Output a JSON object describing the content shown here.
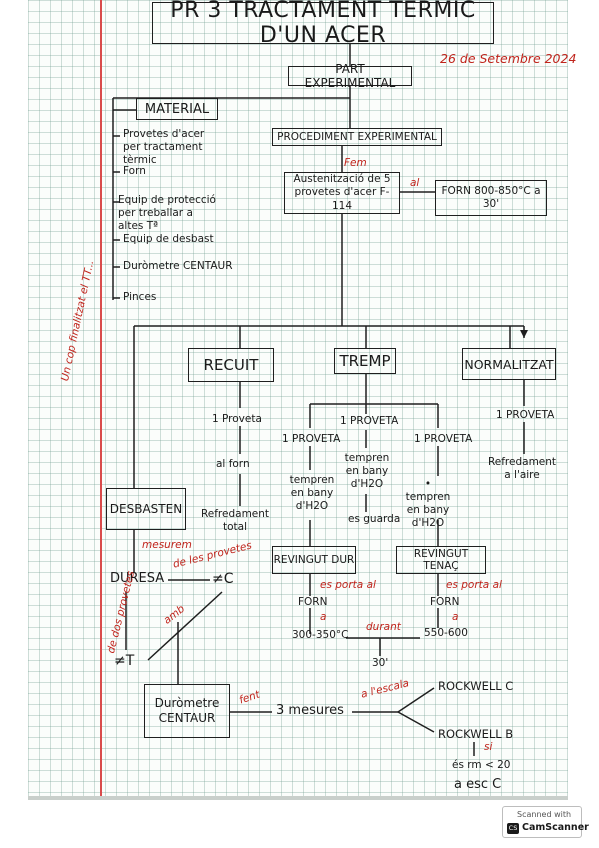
{
  "title": "PR 3 TRACTAMENT TÈRMIC D'UN ACER",
  "date": "26 de Setembre 2024",
  "part_experimental": "PART EXPERIMENTAL",
  "material": {
    "heading": "MATERIAL",
    "items": [
      "Provetes d'acer per tractament tèrmic",
      "Forn",
      "Equip de protecció per treballar a altes Tª",
      "Equip de desbast",
      "Duròmetre CENTAUR",
      "Pinces"
    ]
  },
  "procediment": "PROCEDIMENT EXPERIMENTAL",
  "fem": "Fem",
  "austenitzacio": "Austenització de 5 provetes d'acer F-114",
  "al": "al",
  "forn_temp": "FORN 800-850°C a 30'",
  "side_note": "Un cop finalitzat el TT...",
  "recuit": {
    "label": "RECUIT",
    "proveta": "1 Proveta",
    "al_forn": "al forn",
    "refredament": "Refredament total"
  },
  "tremp": {
    "label": "TREMP",
    "proveta_center": "1 PROVETA",
    "left_proveta": "1 PROVETA",
    "left_text": "tempren en bany d'H2O",
    "center_text": "tempren en bany d'H2O",
    "es_guarda": "es guarda",
    "right_proveta": "1 PROVETA",
    "right_text": "• tempren en bany d'H2O"
  },
  "normalitzat": {
    "label": "NORMALITZAT",
    "proveta": "1 PROVETA",
    "refredament": "Refredament a l'aire"
  },
  "desbasten": "DESBASTEN",
  "mesurem": "mesurem",
  "duresa": "DURESA",
  "de_les_provetes": "de les provetes",
  "neq_c": "≠C",
  "de_dos_provetes": "de dos provetes",
  "amb": "amb",
  "neq_t": "≠T",
  "durometre": "Duròmetre CENTAUR",
  "fent": "fent",
  "tres_mesures": "3 mesures",
  "a_lescala": "a l'escala",
  "rockwell_c": "ROCKWELL C",
  "rockwell_b": "ROCKWELL B",
  "si": "si",
  "es_rm": "és rm < 20",
  "a_esc_c": "a esc C",
  "revingut_dur": "REVINGUT DUR",
  "revingut_tenac": "REVINGUT TENAÇ",
  "es_porta_al": "es porta al",
  "forn": "FORN",
  "a": "a",
  "temp_dur": "300-350°C",
  "durant": "durant",
  "temp_tenac": "550-600",
  "time_30": "30'",
  "scanner": {
    "scanned_with": "Scanned with",
    "brand": "CamScanner",
    "logo": "CS"
  },
  "colors": {
    "ink": "#1a1a1a",
    "red_ink": "#c0241c",
    "margin_line": "#d94b4b",
    "grid": "#a0c4bb"
  }
}
